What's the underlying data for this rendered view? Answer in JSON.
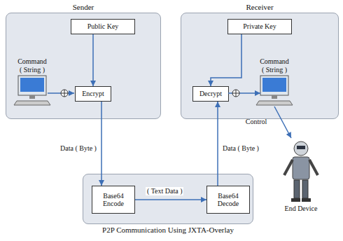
{
  "diagram": {
    "nodes": [
      {
        "text": [
          "Sender"
        ]
      },
      {
        "text": [
          "Public Key"
        ],
        "in": 0
      },
      {
        "text": [
          "Encrypt"
        ],
        "in": 0
      },
      {
        "text": [
          "Receiver"
        ]
      },
      {
        "text": [
          "Private Key"
        ],
        "in": 3
      },
      {
        "text": [
          "Decrypt"
        ],
        "in": 3
      },
      {
        "text": [
          "P2P Communication Using JXTA-Overlay"
        ]
      },
      {
        "text": [
          "Base64 Encode"
        ],
        "in": 6
      },
      {
        "text": [
          "Base64 Decode"
        ],
        "in": 6
      }
    ],
    "edges": [
      {
        "from": 1,
        "to": 2,
        "arrow": "to"
      },
      {
        "from": 2,
        "to": 7,
        "label": "Data ( Byte )",
        "arrow": "to"
      },
      {
        "from": 7,
        "to": 8,
        "label": "( Text Data )",
        "arrow": "to"
      },
      {
        "from": 8,
        "to": 5,
        "label": "Data ( Byte )",
        "arrow": "to"
      },
      {
        "from": 4,
        "to": 5,
        "arrow": "to"
      }
    ],
    "labels": [
      "Command ( String )",
      "Command ( String )",
      "Control",
      "End Device"
    ]
  }
}
